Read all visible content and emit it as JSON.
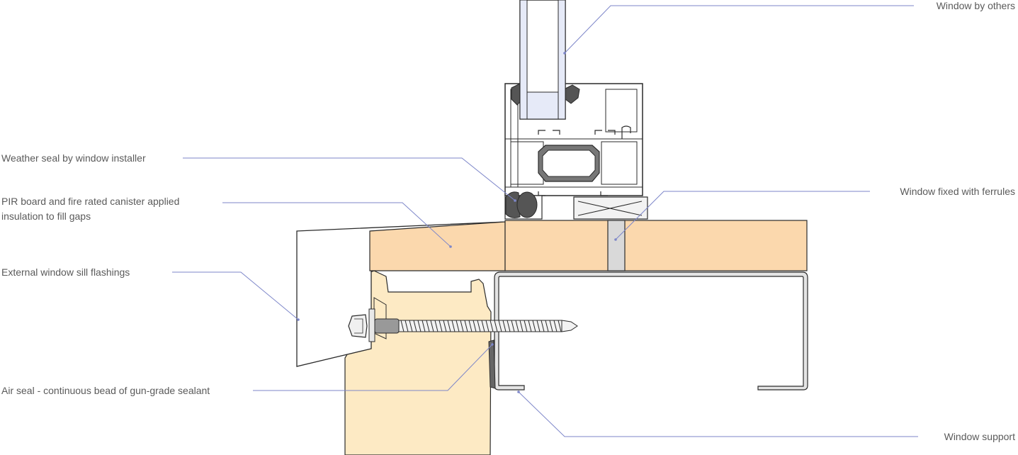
{
  "labels": {
    "window_by_others": "Window by others",
    "weather_seal": "Weather seal by window installer",
    "pir_board_line1": "PIR board and fire rated canister applied",
    "pir_board_line2": "insulation to fill gaps",
    "window_fixed": "Window fixed with ferrules",
    "sill_flashings": "External window sill flashings",
    "air_seal": "Air seal - continuous bead of gun-grade sealant",
    "window_support": "Window support"
  },
  "colors": {
    "leader_line": "#7d86c9",
    "outline": "#2b2b2b",
    "frame_fill": "#ffffff",
    "glass_fill": "#e6eaf8",
    "gasket_fill": "#555555",
    "board_fill": "#fbd8ad",
    "substrate_fill": "#fdeac4",
    "ferrule_fill": "#d9d9d9",
    "bracket_fill": "#e4e4e4",
    "label_text": "#5a5a5a"
  }
}
